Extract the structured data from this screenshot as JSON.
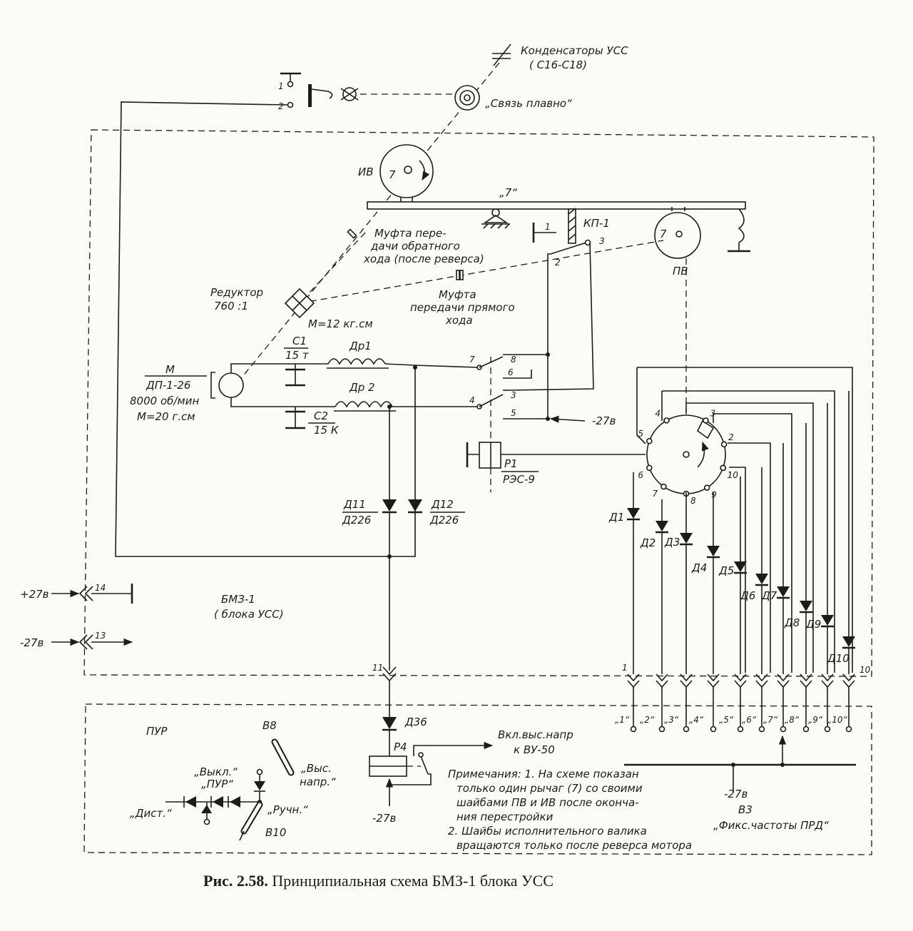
{
  "labels": {
    "capacitors": "Конденсаторы УСС",
    "capacitors_range": "( С16-С18)",
    "smooth_link": "„Связь плавно“",
    "sw1": "1",
    "sw2": "2",
    "iv": "ИВ",
    "iv_num": "7",
    "lever7": "„7“",
    "kp1": "КП-1",
    "kp1_1": "1",
    "kp1_2": "2",
    "kp1_3": "3",
    "pv": "ПВ",
    "pv_num": "7",
    "reverse_clutch_1": "Муфта пере-",
    "reverse_clutch_2": "дачи обратного",
    "reverse_clutch_3": "хода (после реверса)",
    "forward_clutch_1": "Муфта",
    "forward_clutch_2": "передачи прямого",
    "forward_clutch_3": "хода",
    "reducer_1": "Редуктор",
    "reducer_2": "760 :1",
    "torque": "М=12 кг.см",
    "motor_1": "М",
    "motor_2": "ДП-1-26",
    "motor_3": "8000 об/мин",
    "motor_4": "М=20 г.см",
    "c1": "С1",
    "c1_val": "15 т",
    "c2": "С2",
    "c2_val": "15 К",
    "dr1": "Др1",
    "dr2": "Др 2",
    "sw_7": "7",
    "sw_8": "8",
    "sw_6": "6",
    "sw_4": "4",
    "sw_3": "3",
    "sw_5": "5",
    "minus27_a": "-27в",
    "p1": "Р1",
    "p1_type": "РЭС-9",
    "d11": "Д11",
    "d11_type": "Д226",
    "d12": "Д12",
    "d12_type": "Д226",
    "plus27": "+27в",
    "minus27_in": "-27в",
    "pin14": "14",
    "pin13": "13",
    "bmz_1": "БМЗ-1",
    "bmz_2": "( блока УСС)",
    "pin11": "11",
    "pin1": "1",
    "pin10": "10",
    "pos_1": "„1“",
    "pos_2": "„2“",
    "pos_3": "„3“",
    "pos_4": "„4“",
    "pos_5": "„5“",
    "pos_6": "„6“",
    "pos_7": "„7“",
    "pos_8": "„8“",
    "pos_9": "„9“",
    "pos_10": "„10“",
    "pur": "ПУР",
    "b8": "В8",
    "vys_1": "„Выс.",
    "vys_2": "напр.“",
    "vykl": "„Выкл.“",
    "pur_q": "„ПУР“",
    "dist": "„Дист.“",
    "ruchn": "„Ручн.“",
    "b10": "В10",
    "d36": "Д36",
    "p4": "Р4",
    "minus27_b": "-27в",
    "hv_1": "Вкл.выс.напр",
    "hv_2": "к ВУ-50",
    "note_1": "Примечания: 1. На схеме показан",
    "note_2": "только один рычаг (7) со своими",
    "note_3": "шайбами ПВ и ИВ после оконча-",
    "note_4": "ния перестройки",
    "note_5": "2. Шайбы исполнительного валика",
    "note_6": "вращаются только после реверса мотора",
    "minus27_c": "-27в",
    "b3": "В3",
    "fix": "„Фикс.частоты ПРД“",
    "caption_bold": "Рис. 2.58.",
    "caption_text": " Принципиальная схема БМЗ-1 блока УСС",
    "wafer": [
      "1",
      "2",
      "3",
      "4",
      "5",
      "6",
      "7",
      "8",
      "9",
      "10"
    ],
    "diodes": [
      "Д1",
      "Д2",
      "Д3",
      "Д4",
      "Д5",
      "Д6",
      "Д7",
      "Д8",
      "Д9",
      "Д10"
    ]
  }
}
